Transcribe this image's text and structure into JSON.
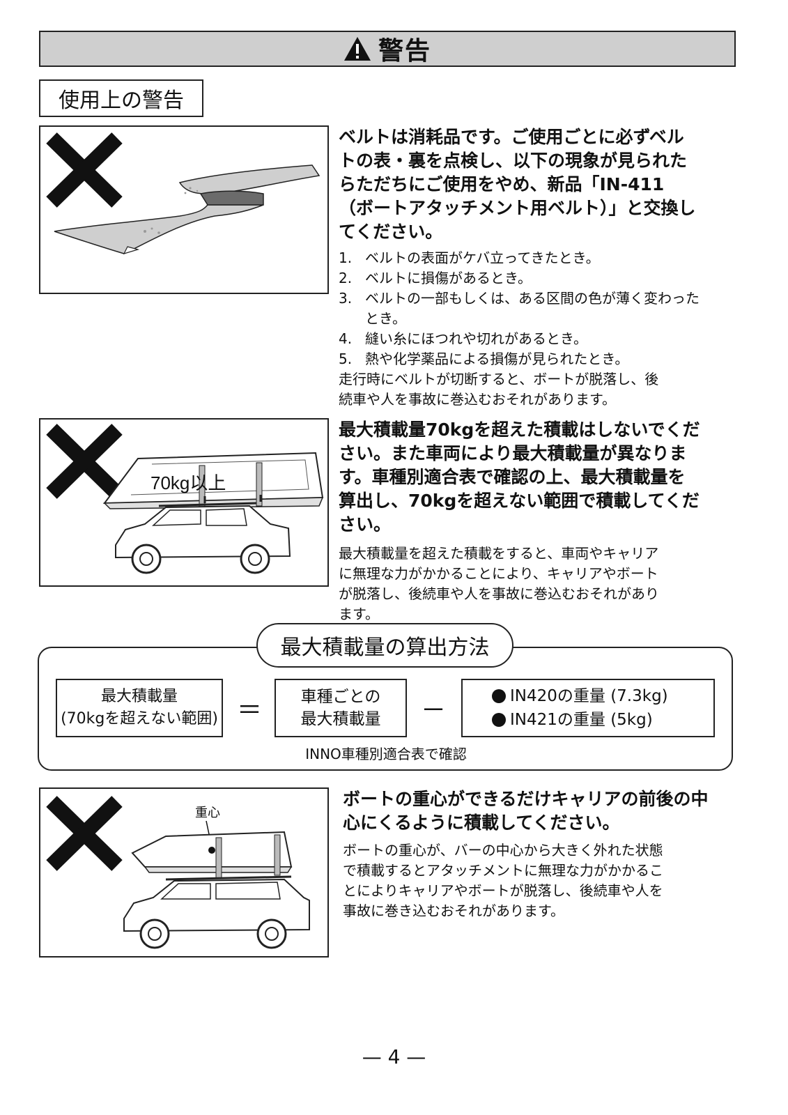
{
  "banner": {
    "title": "警告"
  },
  "section_title": "使用上の警告",
  "belt_section": {
    "lead_lines": [
      "ベルトは消耗品です。ご使用ごとに必ずベル",
      "トの表・裏を点検し、以下の現象が見られた",
      "らただちにご使用をやめ、新品「IN-411",
      "（ボートアタッチメント用ベルト）」と交換し",
      "てください。"
    ],
    "items": [
      {
        "num": "1.",
        "text": "ベルトの表面がケバ立ってきたとき。"
      },
      {
        "num": "2.",
        "text": "ベルトに損傷があるとき。"
      },
      {
        "num": "3.",
        "text": "ベルトの一部もしくは、ある区間の色が薄く変わった",
        "cont": "とき。"
      },
      {
        "num": "4.",
        "text": "縫い糸にほつれや切れがあるとき。"
      },
      {
        "num": "5.",
        "text": "熱や化学薬品による損傷が見られたとき。"
      }
    ],
    "note_lines": [
      "走行時にベルトが切断すると、ボートが脱落し、後",
      "続車や人を事故に巻込むおそれがあります。"
    ]
  },
  "load_section": {
    "image_label": "70kg以上",
    "lead_lines": [
      "最大積載量70kgを超えた積載はしないでくだ",
      "さい。また車両により最大積載量が異なりま",
      "す。車種別適合表で確認の上、最大積載量を",
      "算出し、70kgを超えない範囲で積載してくだ",
      "さい。"
    ],
    "note_lines": [
      "最大積載量を超えた積載をすると、車両やキャリア",
      "に無理な力がかかることにより、キャリアやボート",
      "が脱落し、後続車や人を事故に巻込むおそれがあり",
      "ます。"
    ]
  },
  "formula": {
    "title": "最大積載量の算出方法",
    "left_box": [
      "最大積載量",
      "(70kgを超えない範囲)"
    ],
    "equals": "＝",
    "middle_box": [
      "車種ごとの",
      "最大積載量"
    ],
    "minus": "－",
    "right_items": [
      "IN420の重量 (7.3kg)",
      "IN421の重量 (5kg)"
    ],
    "note": "INNO車種別適合表で確認"
  },
  "balance_section": {
    "image_label": "重心",
    "lead_lines": [
      "ボートの重心ができるだけキャリアの前後の中",
      "心にくるように積載してください。"
    ],
    "note_lines": [
      "ボートの重心が、バーの中心から大きく外れた状態",
      "で積載するとアタッチメントに無理な力がかかるこ",
      "とによりキャリアやボートが脱落し、後続車や人を",
      "事故に巻き込むおそれがあります。"
    ]
  },
  "page": {
    "number": "— 4 —"
  }
}
